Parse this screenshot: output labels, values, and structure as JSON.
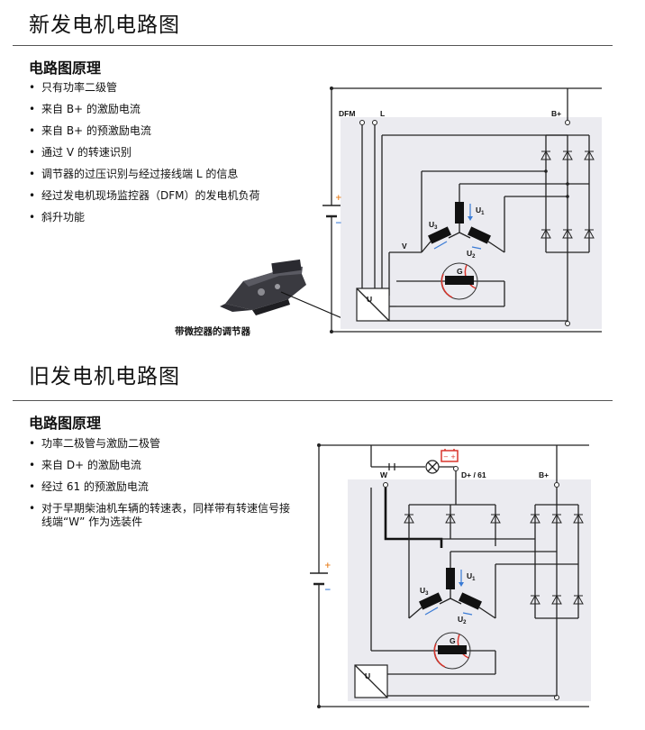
{
  "new_section": {
    "title": "新发电机电路图",
    "subheading": "电路图原理",
    "bullets": [
      "只有功率二级管",
      "来自 B+ 的激励电流",
      "来自 B+ 的预激励电流",
      "通过 V 的转速识别",
      "调节器的过压识别与经过接线端 L 的信息",
      "经过发电机现场监控器（DFM）的发电机负荷",
      "斜升功能"
    ],
    "photo_caption": "带微控器的调节器",
    "diagram_labels": {
      "dfm": "DFM",
      "l": "L",
      "bplus": "B+",
      "v": "V",
      "u1": "U",
      "u1_sub": "1",
      "u2": "U",
      "u2_sub": "2",
      "u3": "U",
      "u3_sub": "3",
      "g": "G",
      "regulator": "U"
    }
  },
  "old_section": {
    "title": "旧发电机电路图",
    "subheading": "电路图原理",
    "bullets": [
      "功率二极管与激励二极管",
      "来自 D+ 的激励电流",
      "经过 61 的预激励电流",
      "对于早期柴油机车辆的转速表，同样带有转速信号接线端“W” 作为选装件"
    ],
    "diagram_labels": {
      "w": "W",
      "d61": "D+ / 61",
      "bplus": "B+",
      "u1": "U",
      "u1_sub": "1",
      "u2": "U",
      "u2_sub": "2",
      "u3": "U",
      "u3_sub": "3",
      "g": "G",
      "regulator": "U"
    }
  },
  "colors": {
    "battery_plus": "#e8862a",
    "battery_minus": "#3a7bd5",
    "rotor_ring": "#d9342b",
    "stator_arrow": "#3a7bd5",
    "warning_lamp": "#d9342b",
    "panel_bg": "#ebebf0"
  }
}
